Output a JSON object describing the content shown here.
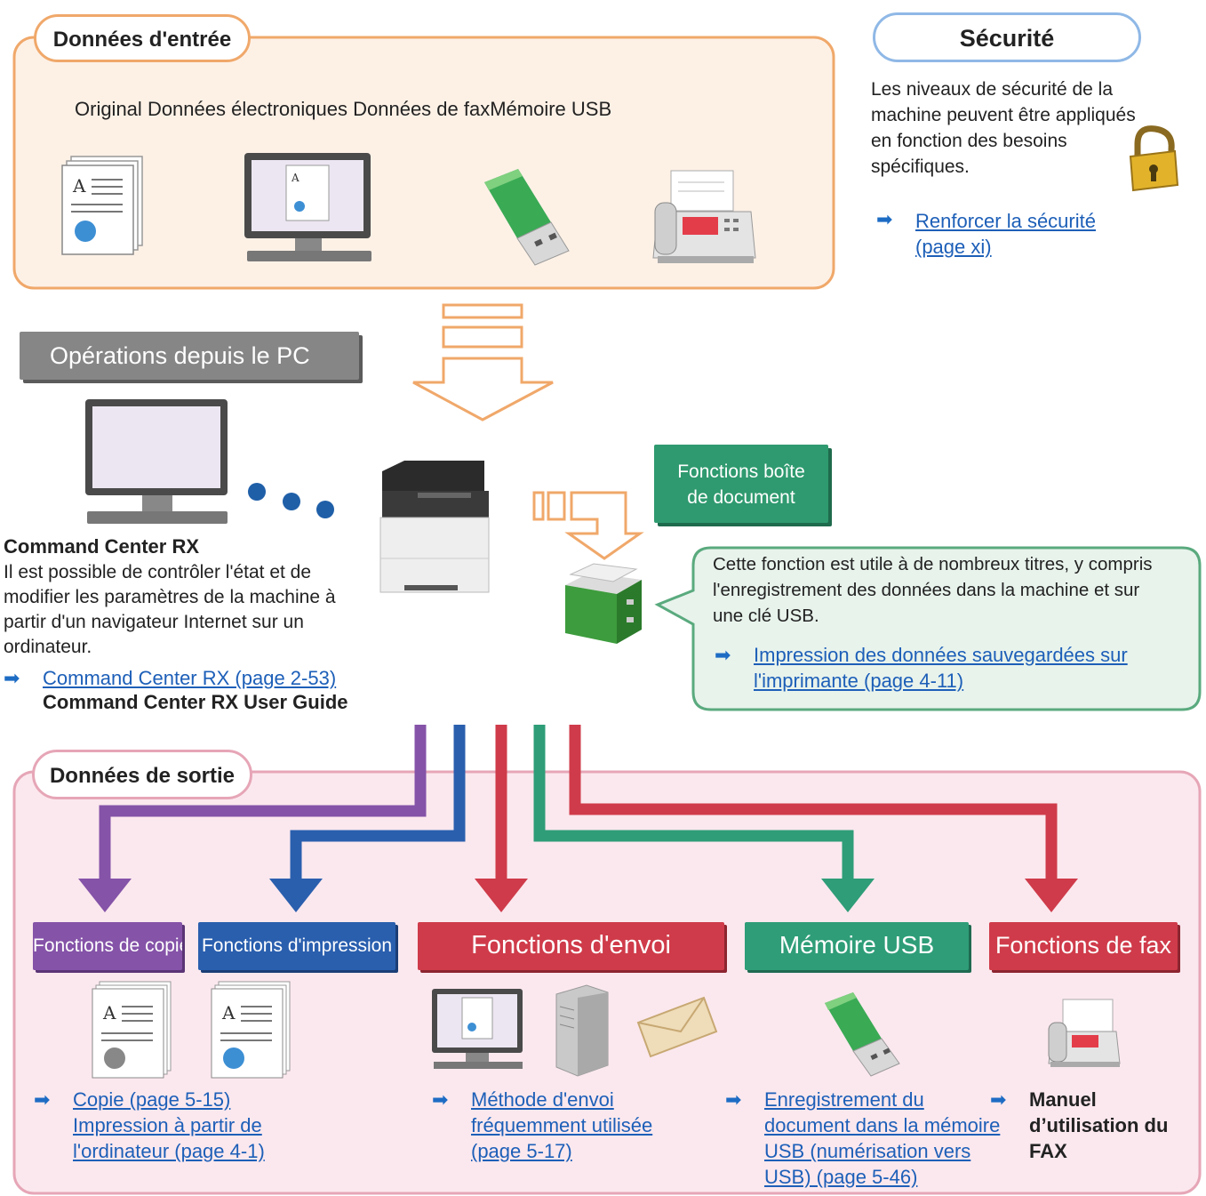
{
  "input_section": {
    "title": "Données d'entrée",
    "labels": [
      "Original",
      "Données électroniques",
      "Données de fax",
      "Mémoire USB"
    ]
  },
  "security": {
    "title": "Sécurité",
    "description": "Les niveaux de sécurité de la machine peuvent être appliqués en fonction des besoins spécifiques.",
    "link": "Renforcer la sécurité (page xi)"
  },
  "pc_ops": {
    "button": "Opérations depuis le PC",
    "heading": "Command Center RX",
    "description": "Il est possible de contrôler l'état et de modifier les paramètres de la machine à partir d'un navigateur Internet sur un ordinateur.",
    "link": "Command Center RX (page 2-53)",
    "guide": "Command Center RX User Guide"
  },
  "document_box": {
    "button_line1": "Fonctions boîte",
    "button_line2": "de document",
    "description": "Cette fonction est utile à de nombreux titres, y compris l'enregistrement des données dans la machine et sur une clé USB.",
    "link": "Impression des données sauvegardées sur l'imprimante (page 4-11)"
  },
  "output_section": {
    "title": "Données de sortie",
    "functions": {
      "copy": "Fonctions de copie",
      "print": "Fonctions d'impression",
      "send": "Fonctions d'envoi",
      "usb": "Mémoire USB",
      "fax": "Fonctions de fax"
    },
    "links": {
      "copy": "Copie (page 5-15)",
      "print_from_pc": "Impression à partir de l'ordinateur (page 4-1)",
      "send": "Méthode d'envoi fréquemment utilisée (page 5-17)",
      "usb": "Enregistrement du document dans la mémoire USB (numérisation vers USB) (page 5-46)",
      "fax_manual": "Manuel d’utilisation du FAX"
    }
  },
  "colors": {
    "input_border": "#f0a86a",
    "input_fill": "#fdf1e6",
    "output_border": "#e6a6b7",
    "output_fill": "#fbe8ee",
    "copy": "#8553a8",
    "print": "#2a5fae",
    "send": "#cf3b4a",
    "usb": "#2e9d78",
    "fax": "#cf3b4a",
    "link": "#1d5fb8",
    "bubble_fill": "#e8f3ec",
    "bubble_border": "#5aaa7e"
  }
}
